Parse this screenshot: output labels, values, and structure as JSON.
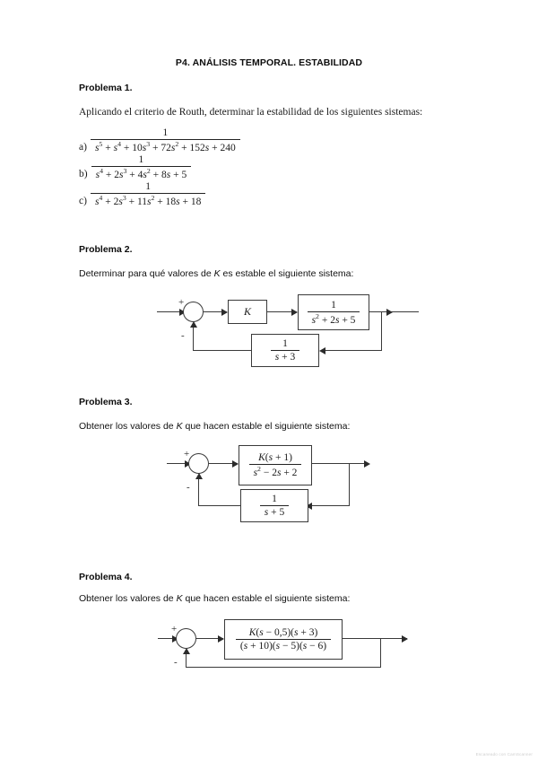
{
  "document": {
    "title": "P4. ANÁLISIS TEMPORAL. ESTABILIDAD",
    "watermark": "Escaneado con CamScanner",
    "language": "es"
  },
  "problem1": {
    "heading": "Problema 1.",
    "statement": "Aplicando el criterio de Routh, determinar la estabilidad de los siguientes sistemas:",
    "items": [
      {
        "label": "a)",
        "numerator": "1",
        "denominator": "s⁵ + s⁴ + 10s³ + 72s² + 152s + 240",
        "denominator_parts": [
          {
            "base": "s",
            "exp": "5",
            "op": "+"
          },
          {
            "coef": "",
            "base": "s",
            "exp": "4",
            "op": "+"
          },
          {
            "coef": "10",
            "base": "s",
            "exp": "3",
            "op": "+"
          },
          {
            "coef": "72",
            "base": "s",
            "exp": "2",
            "op": "+"
          },
          {
            "coef": "152",
            "base": "s",
            "exp": "",
            "op": "+"
          },
          {
            "coef": "240",
            "base": "",
            "exp": "",
            "op": ""
          }
        ]
      },
      {
        "label": "b)",
        "numerator": "1",
        "denominator": "s⁴ + 2s³ + 4s² + 8s + 5",
        "denominator_parts": [
          {
            "base": "s",
            "exp": "4",
            "op": "+"
          },
          {
            "coef": "2",
            "base": "s",
            "exp": "3",
            "op": "+"
          },
          {
            "coef": "4",
            "base": "s",
            "exp": "2",
            "op": "+"
          },
          {
            "coef": "8",
            "base": "s",
            "exp": "",
            "op": "+"
          },
          {
            "coef": "5",
            "base": "",
            "exp": "",
            "op": ""
          }
        ]
      },
      {
        "label": "c)",
        "numerator": "1",
        "denominator": "s⁴ + 2s³ + 11s² + 18s + 18",
        "denominator_parts": [
          {
            "base": "s",
            "exp": "4",
            "op": "+"
          },
          {
            "coef": "2",
            "base": "s",
            "exp": "3",
            "op": "+"
          },
          {
            "coef": "11",
            "base": "s",
            "exp": "2",
            "op": "+"
          },
          {
            "coef": "18",
            "base": "s",
            "exp": "",
            "op": "+"
          },
          {
            "coef": "18",
            "base": "",
            "exp": "",
            "op": ""
          }
        ]
      }
    ]
  },
  "problem2": {
    "heading": "Problema 2.",
    "statement_before": "Determinar para qué valores de ",
    "statement_var": "K",
    "statement_after": " es estable el siguiente sistema:",
    "diagram": {
      "sum_plus": "+",
      "sum_minus": "-",
      "gain_label": "K",
      "plant_num": "1",
      "plant_den": "s² + 2s + 5",
      "feedback_num": "1",
      "feedback_den": "s + 3"
    }
  },
  "problem3": {
    "heading": "Problema 3.",
    "statement_before": "Obtener los valores de ",
    "statement_var": "K",
    "statement_after": " que hacen estable el siguiente sistema:",
    "diagram": {
      "sum_plus": "+",
      "sum_minus": "-",
      "plant_num": "K(s + 1)",
      "plant_den": "s² − 2s + 2",
      "feedback_num": "1",
      "feedback_den": "s + 5"
    }
  },
  "problem4": {
    "heading": "Problema 4.",
    "statement_before": "Obtener los valores de ",
    "statement_var": "K",
    "statement_after": " que hacen estable el siguiente sistema:",
    "diagram": {
      "sum_plus": "+",
      "sum_minus": "-",
      "plant_num": "K(s − 0,5)(s + 3)",
      "plant_den": "(s + 10)(s − 5)(s − 6)",
      "feedback": "unity"
    }
  }
}
